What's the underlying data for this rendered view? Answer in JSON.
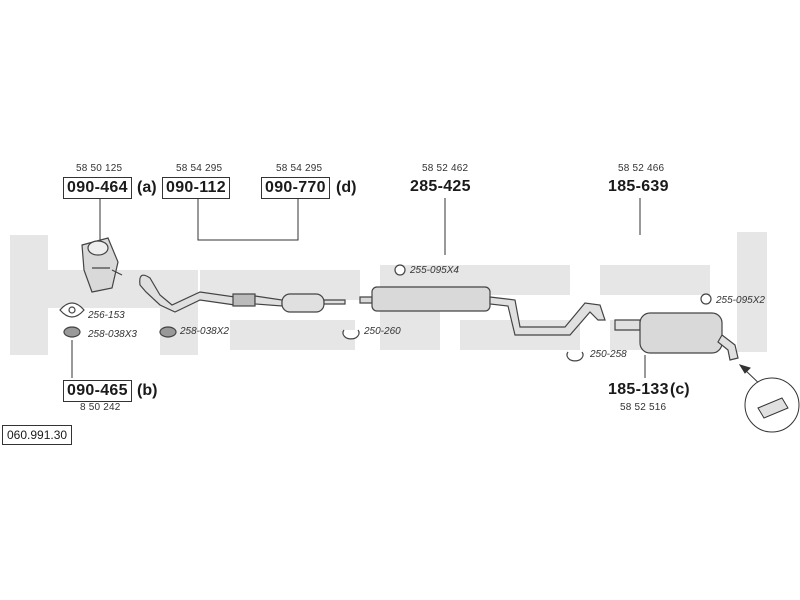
{
  "diagram_number": "060.991.30",
  "colors": {
    "watermark": "#e6e6e6",
    "line": "#333333",
    "part_fill": "#d9d9d9",
    "part_stroke": "#444444"
  },
  "parts": [
    {
      "id": "a",
      "number": "090-464",
      "suffix": "(a)",
      "ref": "58 50 125",
      "boxed": true
    },
    {
      "id": "p112",
      "number": "090-112",
      "suffix": "",
      "ref": "58 54 295",
      "boxed": true
    },
    {
      "id": "d",
      "number": "090-770",
      "suffix": "(d)",
      "ref": "58 54 295",
      "boxed": true
    },
    {
      "id": "p425",
      "number": "285-425",
      "suffix": "",
      "ref": "58 52 462",
      "boxed": false
    },
    {
      "id": "p639",
      "number": "185-639",
      "suffix": "",
      "ref": "58 52 466",
      "boxed": false
    },
    {
      "id": "b",
      "number": "090-465",
      "suffix": "(b)",
      "ref": "8 50 242",
      "boxed": true
    },
    {
      "id": "c",
      "number": "185-133",
      "suffix": "(c)",
      "ref": "58 52 516",
      "boxed": false
    }
  ],
  "accessories": [
    {
      "id": "gasket",
      "label": "256-153",
      "icon": "gasket-icon"
    },
    {
      "id": "ring1",
      "label": "258-038X3",
      "icon": "ring-icon"
    },
    {
      "id": "ring2",
      "label": "258-038X2",
      "icon": "ring-icon"
    },
    {
      "id": "clamp1",
      "label": "250-260",
      "icon": "clamp-icon"
    },
    {
      "id": "hanger1",
      "label": "255-095X4",
      "icon": "hanger-icon"
    },
    {
      "id": "clamp2",
      "label": "250-258",
      "icon": "clamp-icon"
    },
    {
      "id": "hanger2",
      "label": "255-095X2",
      "icon": "hanger-icon"
    }
  ]
}
